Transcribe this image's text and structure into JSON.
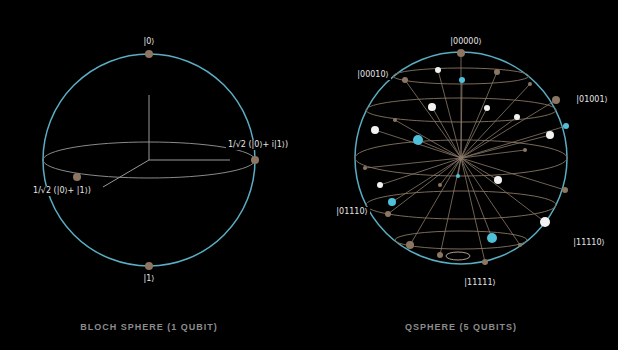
{
  "diagram": {
    "labels": [
      "|0⟩",
      "1/√2 (|0⟩+ i|1⟩)",
      "1/√2 (|0⟩+ |1⟩)",
      "|1⟩",
      "BLOCH SPHERE (1 QUBIT)",
      "|00000⟩",
      "|00010⟩",
      "|01001⟩",
      "|01110⟩",
      "|11110⟩",
      "|11111⟩",
      "QSPHERE (5 QUBITS)"
    ]
  }
}
